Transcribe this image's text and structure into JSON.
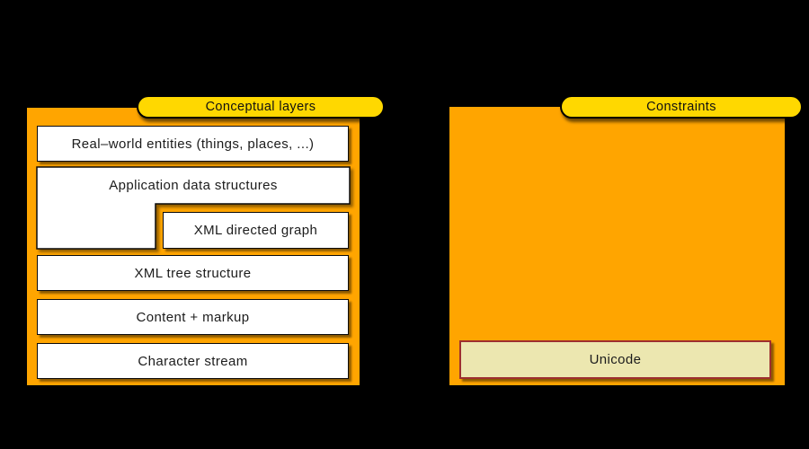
{
  "colors": {
    "panel_orange": "#FFA500",
    "pill_yellow": "#FFD800",
    "box_white": "#FFFFFF",
    "unicode_fill": "#ECE7B0",
    "unicode_border": "#9E2F2F",
    "text_dark": "#1C1C1C",
    "bg_black": "#000000"
  },
  "left_group": {
    "pill_label": "Conceptual layers",
    "boxes": [
      "Real–world entities (things, places, ...)",
      "Application data structures",
      "XML directed graph",
      "XML tree structure",
      "Content + markup",
      "Character stream"
    ]
  },
  "right_group": {
    "pill_label": "Constraints",
    "boxes": [
      "Unicode"
    ]
  }
}
